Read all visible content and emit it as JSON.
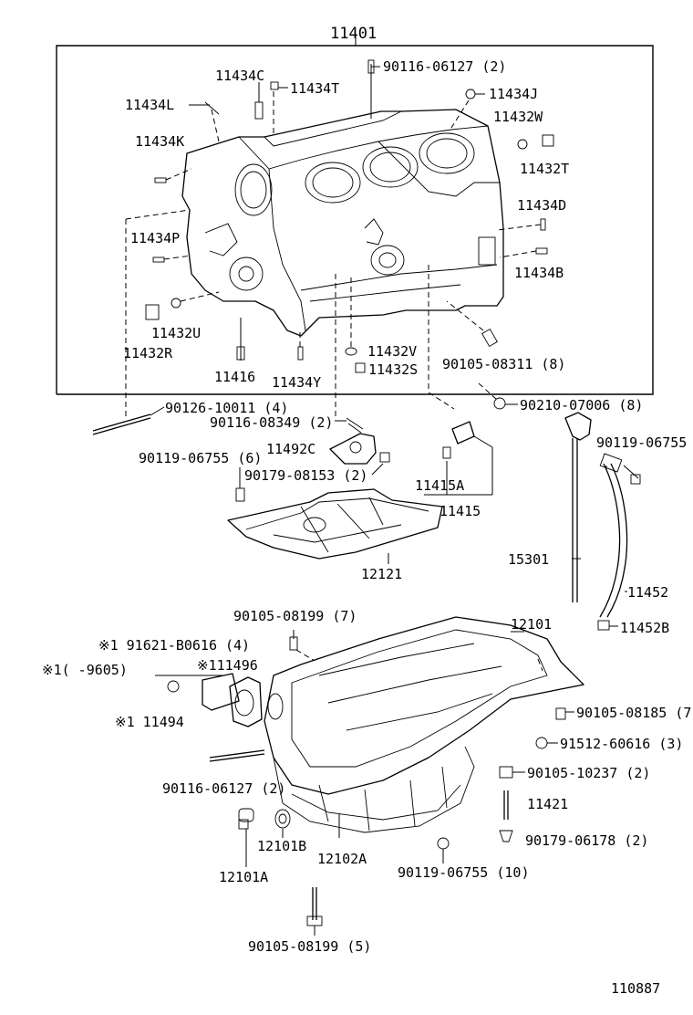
{
  "labels": {
    "p11401": "11401",
    "p90116_06127_2a": "90116-06127 (2)",
    "p11434C": "11434C",
    "p11434T": "11434T",
    "p11434J": "11434J",
    "p11434L": "11434L",
    "p11432W": "11432W",
    "p11434K": "11434K",
    "p11432T": "11432T",
    "p11434D": "11434D",
    "p11434P": "11434P",
    "p11434B": "11434B",
    "p11432U": "11432U",
    "p11432R": "11432R",
    "p11432V": "11432V",
    "p90105_08311": "90105-08311 (8)",
    "p11416": "11416",
    "p11434Y": "11434Y",
    "p11432S": "11432S",
    "p90126_10011": "90126-10011 (4)",
    "p90210_07006": "90210-07006 (8)",
    "p90116_08349": "90116-08349 (2)",
    "p90119_06755_a": "90119-06755",
    "p11492C": "11492C",
    "p90119_06755_6": "90119-06755 (6)",
    "p90179_08153": "90179-08153 (2)",
    "p11415A": "11415A",
    "p11415": "11415",
    "p15301": "15301",
    "p12121": "12121",
    "p11452": "11452",
    "p90105_08199_7": "90105-08199 (7)",
    "p12101": "12101",
    "p11452B": "11452B",
    "p91621": "※1 91621-B0616 (4)",
    "p9605": "※1(   -9605)",
    "p111496": "※111496",
    "p11494": "※1 11494",
    "p90105_08185": "90105-08185 (7)",
    "p91512": "91512-60616 (3)",
    "p90105_10237": "90105-10237 (2)",
    "p90116_06127_2b": "90116-06127 (2)",
    "p11421": "11421",
    "p12101B": "12101B",
    "p12102A": "12102A",
    "p90179_06178": "90179-06178 (2)",
    "p12101A": "12101A",
    "p90119_06755_10": "90119-06755 (10)",
    "p90105_08199_5": "90105-08199 (5)",
    "p110887": "110887"
  }
}
